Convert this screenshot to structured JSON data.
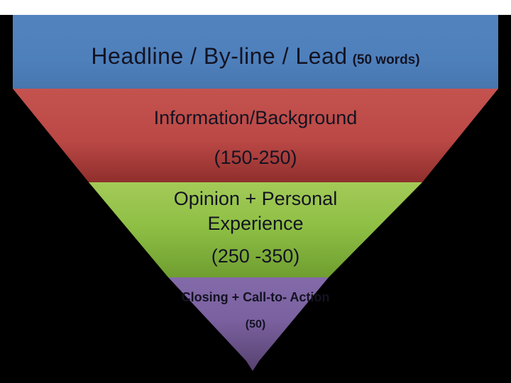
{
  "slide": {
    "background_color": "#000000",
    "top_strip_color": "#ffffff",
    "text_color": "#131322"
  },
  "funnel": {
    "type": "inverted-pyramid",
    "levels": [
      {
        "id": "headline",
        "title": "Headline / By-line / Lead",
        "annotation": "(50 words)",
        "color": "#4e80bc"
      },
      {
        "id": "information-background",
        "lines": [
          "Information/Background",
          "(150-250)"
        ],
        "color": "#bb4845"
      },
      {
        "id": "opinion-personal-experience",
        "lines": [
          "Opinion + Personal",
          "Experience",
          "(250 -350)"
        ],
        "color": "#8fc045"
      },
      {
        "id": "closing-call-to-action",
        "lines": [
          "Closing + Call-to- Action",
          "(50)"
        ],
        "color": "#7b61a0"
      }
    ]
  }
}
